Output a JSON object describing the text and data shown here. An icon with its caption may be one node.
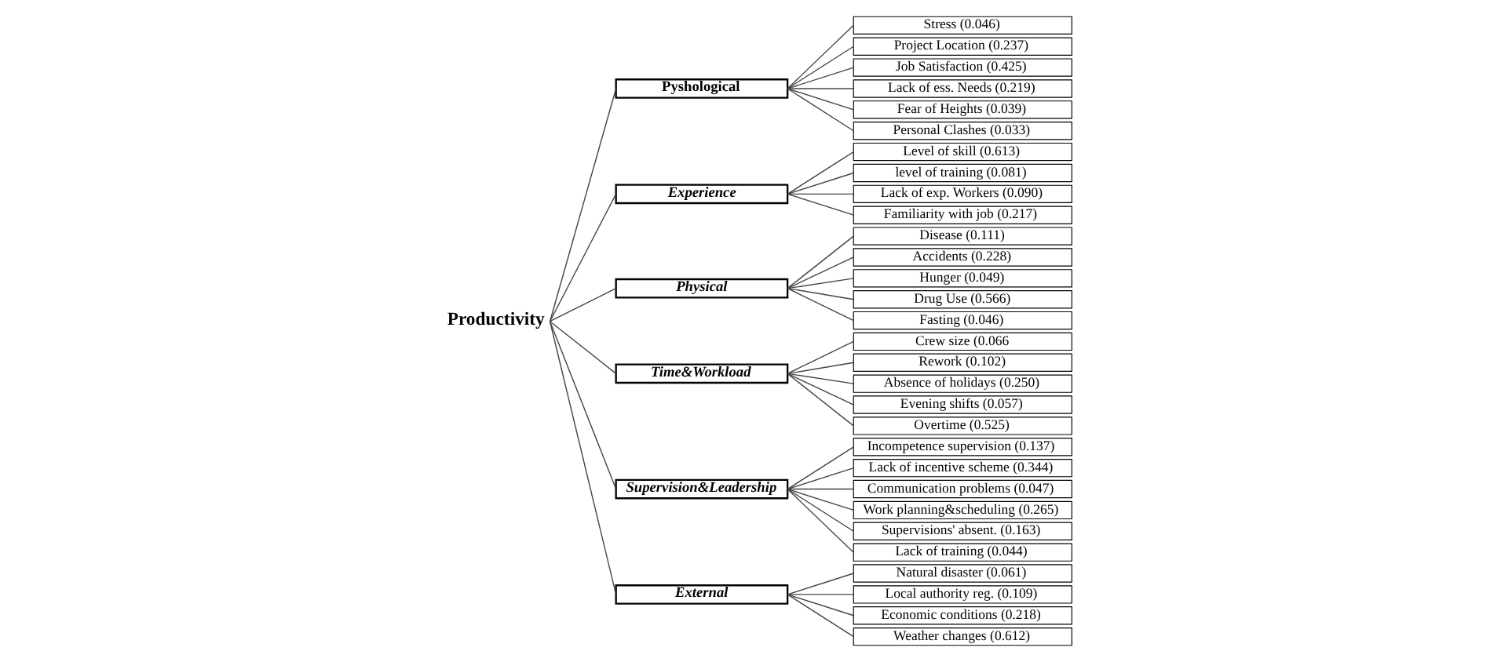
{
  "diagram": {
    "nodes": [
      {
        "text": [
          "Productivity"
        ]
      },
      {
        "text": [
          "Pyshological"
        ]
      },
      {
        "text": [
          "Experience"
        ]
      },
      {
        "text": [
          "Physical"
        ]
      },
      {
        "text": [
          "Time&Workload"
        ]
      },
      {
        "text": [
          "Supervision&Leadership"
        ]
      },
      {
        "text": [
          "External"
        ]
      },
      {
        "text": [
          "Stress (0.046)"
        ]
      },
      {
        "text": [
          "Project Location (0.237)"
        ]
      },
      {
        "text": [
          "Job Satisfaction (0.425)"
        ]
      },
      {
        "text": [
          "Lack of ess. Needs (0.219)"
        ]
      },
      {
        "text": [
          "Fear of Heights (0.039)"
        ]
      },
      {
        "text": [
          "Personal Clashes (0.033)"
        ]
      },
      {
        "text": [
          "Level of skill (0.613)"
        ]
      },
      {
        "text": [
          "level of training (0.081)"
        ]
      },
      {
        "text": [
          "Lack of exp. Workers (0.090)"
        ]
      },
      {
        "text": [
          "Familiarity with job (0.217)"
        ]
      },
      {
        "text": [
          "Disease (0.111)"
        ]
      },
      {
        "text": [
          "Accidents (0.228)"
        ]
      },
      {
        "text": [
          "Hunger (0.049)"
        ]
      },
      {
        "text": [
          "Drug Use (0.566)"
        ]
      },
      {
        "text": [
          "Fasting (0.046)"
        ]
      },
      {
        "text": [
          "Crew size (0.066"
        ]
      },
      {
        "text": [
          "Rework (0.102)"
        ]
      },
      {
        "text": [
          "Absence of holidays (0.250)"
        ]
      },
      {
        "text": [
          "Evening shifts (0.057)"
        ]
      },
      {
        "text": [
          "Overtime (0.525)"
        ]
      },
      {
        "text": [
          "Incompetence supervision (0.137)"
        ]
      },
      {
        "text": [
          "Lack of incentive scheme (0.344)"
        ]
      },
      {
        "text": [
          "Communication problems (0.047)"
        ]
      },
      {
        "text": [
          "Work planning&scheduling (0.265)"
        ]
      },
      {
        "text": [
          "Supervisions' absent. (0.163)"
        ]
      },
      {
        "text": [
          "Lack of training (0.044)"
        ]
      },
      {
        "text": [
          "Natural disaster (0.061)"
        ]
      },
      {
        "text": [
          "Local authority reg. (0.109)"
        ]
      },
      {
        "text": [
          "Economic conditions (0.218)"
        ]
      },
      {
        "text": [
          "Weather changes (0.612)"
        ]
      }
    ],
    "edges": [
      {
        "from": 0,
        "to": 1,
        "arrow": "none"
      },
      {
        "from": 0,
        "to": 2,
        "arrow": "none"
      },
      {
        "from": 0,
        "to": 3,
        "arrow": "none"
      },
      {
        "from": 0,
        "to": 4,
        "arrow": "none"
      },
      {
        "from": 0,
        "to": 5,
        "arrow": "none"
      },
      {
        "from": 0,
        "to": 6,
        "arrow": "none"
      },
      {
        "from": 1,
        "to": 7,
        "arrow": "none"
      },
      {
        "from": 1,
        "to": 8,
        "arrow": "none"
      },
      {
        "from": 1,
        "to": 9,
        "arrow": "none"
      },
      {
        "from": 1,
        "to": 10,
        "arrow": "none"
      },
      {
        "from": 1,
        "to": 11,
        "arrow": "none"
      },
      {
        "from": 1,
        "to": 12,
        "arrow": "none"
      },
      {
        "from": 2,
        "to": 13,
        "arrow": "none"
      },
      {
        "from": 2,
        "to": 14,
        "arrow": "none"
      },
      {
        "from": 2,
        "to": 15,
        "arrow": "none"
      },
      {
        "from": 2,
        "to": 16,
        "arrow": "none"
      },
      {
        "from": 3,
        "to": 17,
        "arrow": "none"
      },
      {
        "from": 3,
        "to": 18,
        "arrow": "none"
      },
      {
        "from": 3,
        "to": 19,
        "arrow": "none"
      },
      {
        "from": 3,
        "to": 20,
        "arrow": "none"
      },
      {
        "from": 3,
        "to": 21,
        "arrow": "none"
      },
      {
        "from": 4,
        "to": 22,
        "arrow": "none"
      },
      {
        "from": 4,
        "to": 23,
        "arrow": "none"
      },
      {
        "from": 4,
        "to": 24,
        "arrow": "none"
      },
      {
        "from": 4,
        "to": 25,
        "arrow": "none"
      },
      {
        "from": 4,
        "to": 26,
        "arrow": "none"
      },
      {
        "from": 5,
        "to": 27,
        "arrow": "none"
      },
      {
        "from": 5,
        "to": 28,
        "arrow": "none"
      },
      {
        "from": 5,
        "to": 29,
        "arrow": "none"
      },
      {
        "from": 5,
        "to": 30,
        "arrow": "none"
      },
      {
        "from": 5,
        "to": 31,
        "arrow": "none"
      },
      {
        "from": 5,
        "to": 32,
        "arrow": "none"
      },
      {
        "from": 6,
        "to": 33,
        "arrow": "none"
      },
      {
        "from": 6,
        "to": 34,
        "arrow": "none"
      },
      {
        "from": 6,
        "to": 35,
        "arrow": "none"
      },
      {
        "from": 6,
        "to": 36,
        "arrow": "none"
      }
    ]
  }
}
